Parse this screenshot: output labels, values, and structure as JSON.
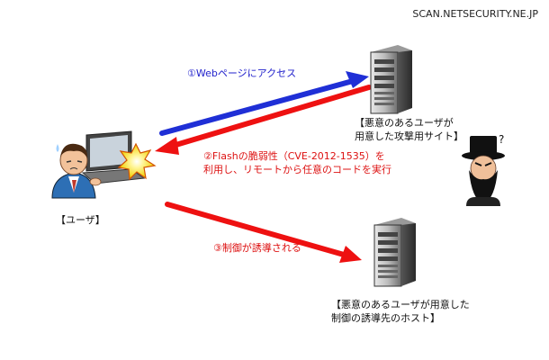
{
  "watermark": "SCAN.NETSECURITY.NE.JP",
  "steps": {
    "step1": "①Webページにアクセス",
    "step2_line1": "②Flashの脆弱性（CVE-2012-1535）を",
    "step2_line2": "利用し、リモートから任意のコードを実行",
    "step3": "③制御が誘導される"
  },
  "captions": {
    "attack_site_line1": "【悪意のあるユーザが",
    "attack_site_line2": "用意した攻撃用サイト】",
    "user": "【ユーザ】",
    "host_line1": "【悪意のあるユーザが用意した",
    "host_line2": "制御の誘導先のホスト】"
  },
  "colors": {
    "blue_arrow": "#1f2fd6",
    "red_arrow": "#ee1111"
  }
}
